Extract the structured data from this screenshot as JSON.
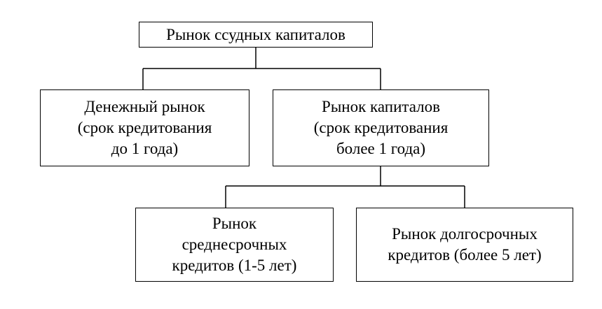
{
  "diagram": {
    "root": {
      "lines": [
        "Рынок ссудных капиталов"
      ]
    },
    "money_market": {
      "lines": [
        "Денежный рынок",
        "(срок кредитования",
        "до 1 года)"
      ]
    },
    "capital_market": {
      "lines": [
        "Рынок капиталов",
        "(срок кредитования",
        "более 1 года)"
      ]
    },
    "mid_term": {
      "lines": [
        "Рынок",
        "среднесрочных",
        "кредитов (1-5 лет)"
      ]
    },
    "long_term": {
      "lines": [
        "Рынок долгосрочных",
        "кредитов (более 5 лет)"
      ]
    }
  }
}
